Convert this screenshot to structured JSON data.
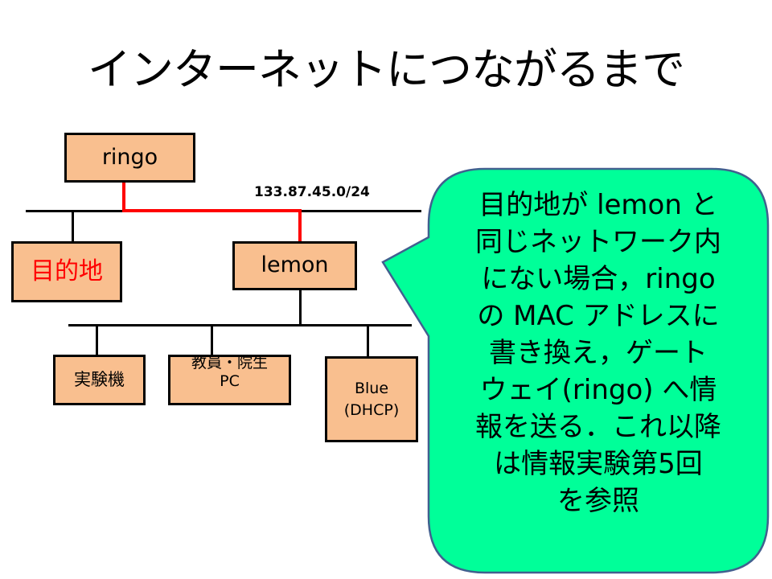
{
  "title": "インターネットにつながるまで",
  "subnet_label": "133.87.45.0/24",
  "nodes": {
    "ringo": "ringo",
    "destination": "目的地",
    "lemon": "lemon",
    "experiment_machine": "実験機",
    "staff_pc_line1": "教員・院生",
    "staff_pc_line2": "PC",
    "blue_line1": "Blue",
    "blue_line2": "(DHCP)"
  },
  "callout": {
    "lines": [
      "目的地が lemon と",
      "同じネットワーク内",
      "にない場合，ringo",
      "の MAC アドレスに",
      "書き換え，ゲート",
      "ウェイ(ringo) へ情",
      "報を送る．これ以降",
      "は情報実験第5回",
      "を参照"
    ]
  },
  "colors": {
    "node_fill": "#f9bf8f",
    "callout_fill": "#00ff99",
    "callout_border": "#41608f",
    "route_line": "#ff0000",
    "destination_text": "#ff0000"
  }
}
